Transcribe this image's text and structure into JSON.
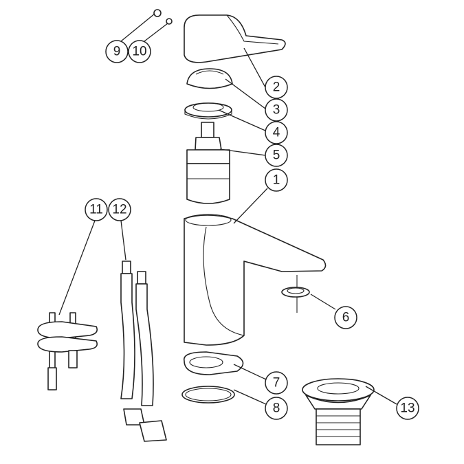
{
  "diagram": {
    "title": "Basin mixer tap exploded parts diagram",
    "callouts": [
      "1",
      "2",
      "3",
      "4",
      "5",
      "6",
      "7",
      "8",
      "9",
      "10",
      "11",
      "12",
      "13"
    ],
    "line_color": "#222222",
    "background": "#ffffff"
  }
}
